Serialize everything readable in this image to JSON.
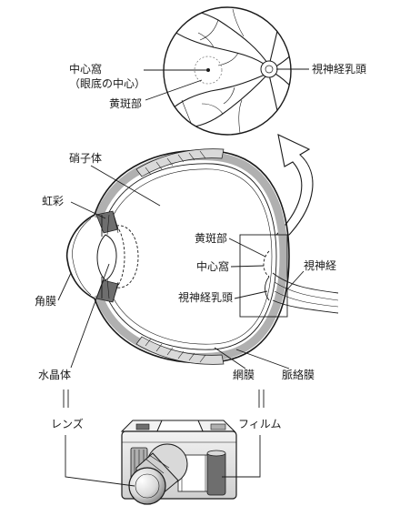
{
  "labels": {
    "fovea": "中心窩",
    "fovea_note": "（眼底の中心）",
    "macula_top": "黄斑部",
    "optic_disc_top": "視神経乳頭",
    "vitreous": "硝子体",
    "iris": "虹彩",
    "cornea": "角膜",
    "lens": "水晶体",
    "macula": "黄斑部",
    "fovea_mid": "中心窩",
    "optic_nerve": "視神経",
    "optic_disc": "視神経乳頭",
    "retina": "網膜",
    "choroid": "脈絡膜",
    "camera_lens": "レンズ",
    "film": "フィルム"
  },
  "colors": {
    "ink": "#1a1a1a",
    "light_gray": "#d9d9d9",
    "mid_gray": "#b0b0b0",
    "dark_gray": "#6e6e6e"
  }
}
